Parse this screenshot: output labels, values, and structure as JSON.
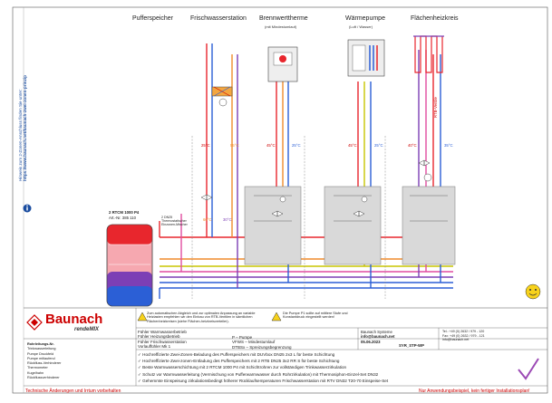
{
  "sections": {
    "pufferspeicher": "Pufferspeicher",
    "frischwasser": "Frischwasserstation",
    "brennwert": "Brennwerttherme",
    "brennwert_sub": "(mit Mindestumlauf)",
    "waermepumpe": "Wärmepumpe",
    "waermepumpe_sub": "(Luft / Wasser)",
    "flaechenheiz": "Flächenheizkreis"
  },
  "temps": {
    "t25": "25°C",
    "t55": "55°C",
    "t60": "60°C",
    "t45": "45°C",
    "t40": "40°C",
    "t35": "35°C",
    "t30": "30°C"
  },
  "side_note": {
    "line1": "Hinweis zum 2-Zonen-Anschluss finden Sie unter:",
    "line2": "https://www.baunach.net/baunach-zwei-zonen-prinzip"
  },
  "puffer_label": "2 RTCM 1000 P4",
  "puffer_note": "Art.-Nr. 385 110",
  "valve_label": "2 DN25 Thermostatischer Einzonen-Mischer",
  "mixer_label": "RTB-Ventile",
  "banner_text": "Zum automatischen Abgleich und zur optimalen Anpassung an variable Heizlasten empfehlen wir den Einbau von RTB-Ventilen in sämtlichen Flächenheizkreisen (siehe Flächen-heizkreisverteiler).",
  "pump_note": "Die Pumpe P1 sollte auf mittlere Stufe und Konstantdruck eingestellt werden!",
  "logo": {
    "name": "Baunach",
    "sub": "rendeMIX"
  },
  "sensors": [
    "Fühler Warmwasserbetrieb",
    "Fühler Heizungsbetrieb",
    "Fühler Frischwasserstation",
    "Vorlauffühler Mk 1"
  ],
  "legend": [
    "P – Pumpe",
    "VFWS – Mindestumlauf",
    "DTBSx – Spreizungsbegrenzung"
  ],
  "contact": {
    "company": "Baunach Systeme",
    "email": "info@baunach.net",
    "date": "05.06.2023",
    "drawing": "SYR_STP-WP",
    "tel": "Tel.: +49 (0) 2632 / 979 - 120",
    "fax": "Fax: +49 (0) 2632 / 979 - 121",
    "mail2": "info@baunach.net"
  },
  "features": [
    "Hochreffizierte Zwei-Zonen-Beladung des Pufferspeichers mit DUVbox DN25 2x3 L für beste Schichtung",
    "Hochreffizierte Zwei-zonen-Entladung des Pufferspeichers mit 2 RTB DN25 3x2 RR S für beste Schichtung",
    "Beste Warmwasserschichtung mit 2 RTCM 1000 P4 mit Schichtrohren zur vollständigen Trinkwasserzirkulation",
    "Schutz vor Warmwasserleitung (Vermischung von Pufferwarmwasser durch Rohrzirkulation) mit Thermosiphon-Einzel-Set DN32",
    "Gehemmte Einspeisung zirkulationsbedingt höherer Rücklaufsemperaturen Frischwasserstation mit RTV DN32 T20-70 Einspeise-Set"
  ],
  "legend_left": {
    "title": "Rohrleitungs-Nr.",
    "items": [
      "Trinkwasserleitung",
      "Pumpe Druckfeld",
      "Pumpe mitlaufend",
      "Rückfluss-Verhinderer",
      "Thermometer",
      "Kugelhahn",
      "Rückflussverhinderer"
    ]
  },
  "footer": {
    "left": "Technische Änderungen und Irrtum vorbehalten",
    "right": "Nur Anwendungsbeispiel, kein fertiger Installationsplan!"
  },
  "colors": {
    "hot": "#e8262d",
    "warm": "#f08c2b",
    "cold": "#2b5fd6",
    "return": "#7c3fb5",
    "pink": "#e04ca0",
    "lime": "#c8c600",
    "accent": "#c00000"
  }
}
